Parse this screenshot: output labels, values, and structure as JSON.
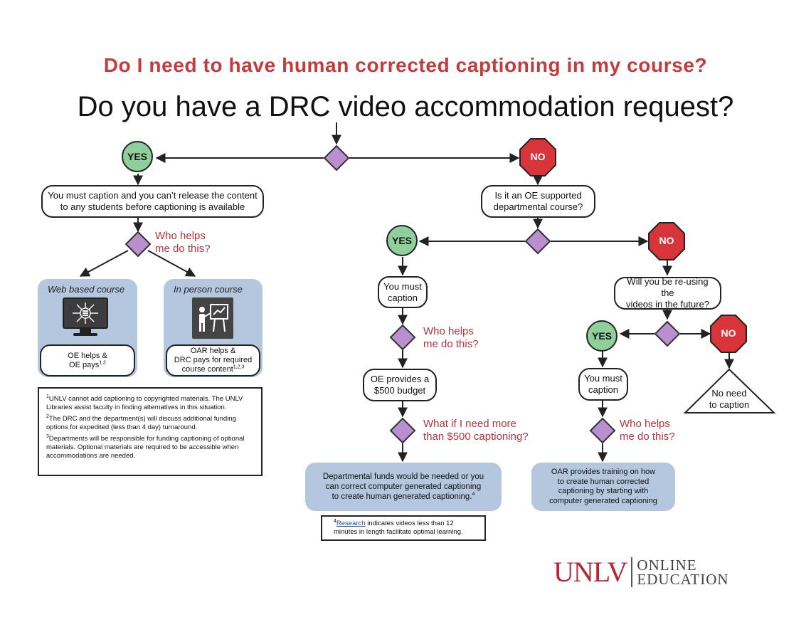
{
  "header": {
    "title": "Do I need to have human corrected captioning in my course?",
    "question": "Do you have a DRC video accommodation request?"
  },
  "top": {
    "yes": "YES",
    "no": "NO"
  },
  "yes_branch": {
    "must_caption_line1": "You must caption and you can’t release the content",
    "must_caption_line2": "to any students before captioning is available",
    "who_helps_1": "Who helps",
    "who_helps_2": "me do this?",
    "web_title": "Web based course",
    "web_line1": "OE helps &",
    "web_line2": "OE pays",
    "web_sup": "1,2",
    "web_icon": "monitor-network-icon",
    "person_title": "In person course",
    "person_line1": "OAR helps &",
    "person_line2": "DRC pays for required",
    "person_line3": "course content",
    "person_sup": "1,2,3",
    "person_icon": "teacher-presentation-icon"
  },
  "footnotes": {
    "n1": "1",
    "f1": "UNLV cannot add captioning to copyrighted materials. The UNLV Libraries assist faculty in finding alternatives in this situation.",
    "n2": "2",
    "f2": "The DRC and the department(s) will discuss additional funding options for expedited (less than 4 day) turnaround.",
    "n3": "3",
    "f3": "Departments will be responsible for funding captioning of optional materials. Optional materials are required to be accessible when accommodations are needed."
  },
  "no_branch": {
    "oe_q_line1": "Is it an OE supported",
    "oe_q_line2": "departmental course?",
    "yes": "YES",
    "no": "NO",
    "you_must_1": "You must",
    "you_must_2": "caption",
    "who_helps_1": "Who helps",
    "who_helps_2": "me do this?",
    "oe_budget_1": "OE provides a",
    "oe_budget_2": "$500 budget",
    "what_if_1": "What if I need more",
    "what_if_2": "than $500 captioning?",
    "dept_1": "Departmental funds would be needed or you",
    "dept_2": "can correct computer generated captioning",
    "dept_3": "to create human generated captioning.",
    "dept_sup": "4",
    "note_num": "4",
    "note_link": "Research",
    "note_1": " indicates videos less than 12",
    "note_2": "minutes in length facilitate optimal learning."
  },
  "reuse_branch": {
    "q_line1": "Will you be re-using the",
    "q_line2": "videos in the future?",
    "yes": "YES",
    "no": "NO",
    "you_must_1": "You must",
    "you_must_2": "caption",
    "who_helps_1": "Who helps",
    "who_helps_2": "me do this?",
    "oar_1": "OAR provides training on how",
    "oar_2": "to create human corrected",
    "oar_3": "captioning by starting with",
    "oar_4": "computer generated captioning",
    "no_need_1": "No need",
    "no_need_2": "to caption"
  },
  "logo": {
    "unlv": "UNLV",
    "line1": "ONLINE",
    "line2": "EDUCATION"
  },
  "colors": {
    "title_red": "#c53a3a",
    "yes_green": "#8fcf9c",
    "no_red": "#d8353b",
    "diamond_purple": "#b98fcf",
    "panel_blue": "#b4c7de",
    "note_red": "#b3353b"
  }
}
